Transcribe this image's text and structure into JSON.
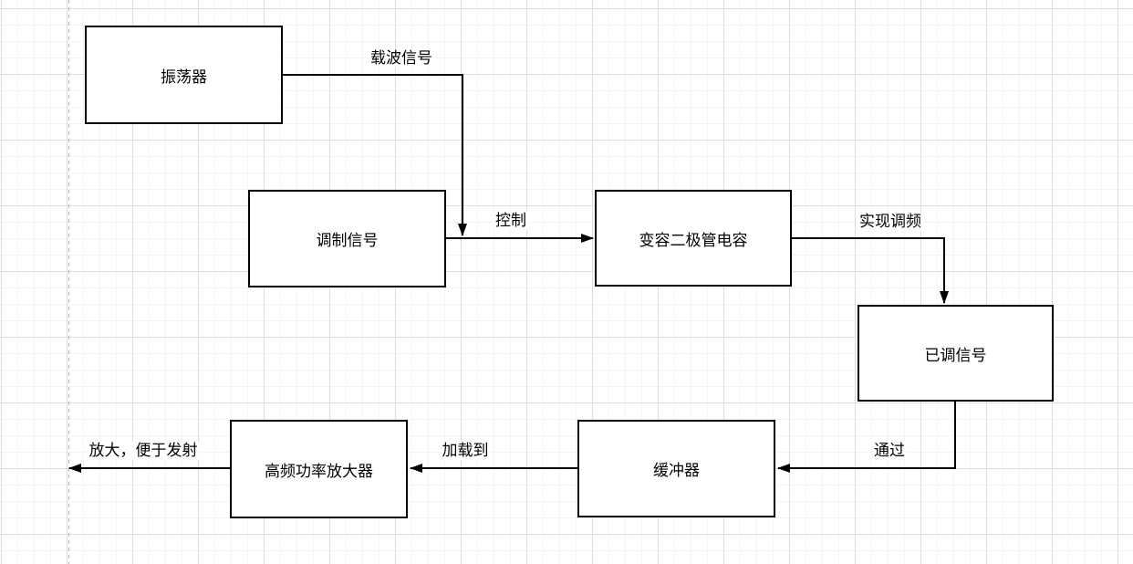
{
  "nodes": {
    "oscillator": {
      "label": "振荡器"
    },
    "modulating_signal": {
      "label": "调制信号"
    },
    "varactor_capacitance": {
      "label": "变容二极管电容"
    },
    "modulated_signal": {
      "label": "已调信号"
    },
    "buffer": {
      "label": "缓冲器"
    },
    "hf_power_amplifier": {
      "label": "高频功率放大器"
    }
  },
  "edges": {
    "carrier_signal": {
      "label": "载波信号"
    },
    "control": {
      "label": "控制"
    },
    "achieve_fm": {
      "label": "实现调频"
    },
    "through": {
      "label": "通过"
    },
    "load_to": {
      "label": "加载到"
    },
    "amplify_for_transmission": {
      "label": "放大，便于发射"
    }
  },
  "colors": {
    "stroke": "#000000",
    "node_fill": "#ffffff",
    "grid_minor": "#f4f4f4",
    "grid_major": "#dcdcdc",
    "page_guide": "#b3b3b3"
  }
}
